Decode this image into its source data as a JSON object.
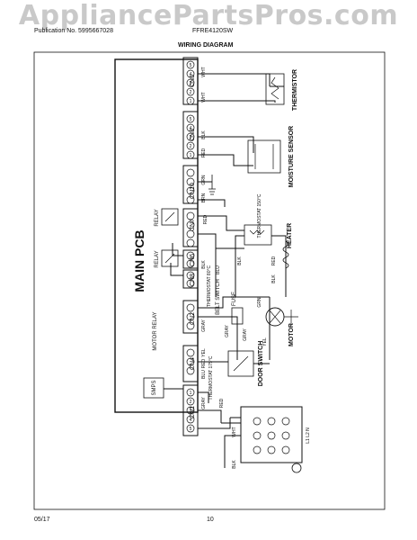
{
  "watermark": "AppliancePartsPros.com",
  "header": {
    "publication": "Publication No. 5995667028",
    "model": "FFRE4120SW",
    "title": "WIRING DIAGRAM"
  },
  "footer": {
    "date": "05/17",
    "page": "10"
  },
  "pcb": {
    "label": "MAIN PCB"
  },
  "connectors": {
    "cn1": "CN1",
    "cn4": "CN4",
    "cn2": "CN2",
    "cn8": "CN8",
    "cn6": "CN6",
    "cn7": "CN7",
    "cn10": "CN10",
    "cn3": "CN3",
    "cn5": "CN5"
  },
  "wires": {
    "gray": "GRAY",
    "red": "RED",
    "blk": "BLK",
    "wht": "WHT",
    "blu": "BLU",
    "yel": "YEL",
    "grn": "GRN",
    "brn": "BRN"
  },
  "components": {
    "smps": "SMPS",
    "motor_relay": "MOTOR RELAY",
    "relay": "RELAY",
    "door_switch": "DOOR SWITCH",
    "belt_switch": "BELT SWITCH",
    "fuse": "FUSE",
    "thermostat_80": "THERMOSTAT 80°C",
    "thermostat_cn4": "THERMOSTAT 175°C",
    "thermostat_heater": "THERMOSTAT 150°C",
    "heater": "HEATER",
    "motor": "MOTOR",
    "moisture_sensor": "MOISTURE SENSOR",
    "thermistor": "THERMISTOR"
  },
  "pins": {
    "p1": "1",
    "p2": "2",
    "p3": "3",
    "p4": "4",
    "p5": "5",
    "p6": "6",
    "terminal_block": "L1 L2 N"
  }
}
